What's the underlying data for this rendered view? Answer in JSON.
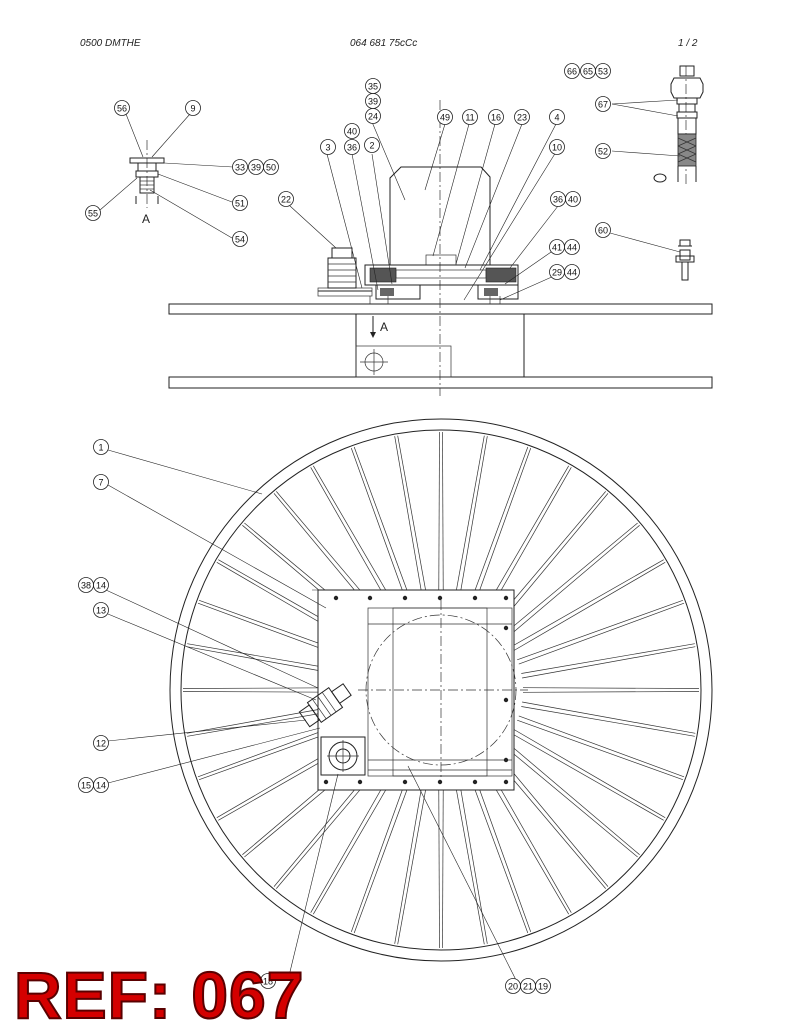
{
  "header": {
    "left": "0500 DMTHE",
    "center": "064 681 75cCc",
    "right": "1 /  2"
  },
  "view_label_a": "A",
  "ref_badge": "REF: 067",
  "callouts": [
    {
      "id": "c-56",
      "label": "56"
    },
    {
      "id": "c-9",
      "label": "9"
    },
    {
      "id": "c-33",
      "label": "33"
    },
    {
      "id": "c-39a",
      "label": "39"
    },
    {
      "id": "c-50",
      "label": "50"
    },
    {
      "id": "c-51",
      "label": "51"
    },
    {
      "id": "c-55",
      "label": "55"
    },
    {
      "id": "c-54",
      "label": "54"
    },
    {
      "id": "c-35",
      "label": "35"
    },
    {
      "id": "c-39b",
      "label": "39"
    },
    {
      "id": "c-24",
      "label": "24"
    },
    {
      "id": "c-40a",
      "label": "40"
    },
    {
      "id": "c-3",
      "label": "3"
    },
    {
      "id": "c-36a",
      "label": "36"
    },
    {
      "id": "c-2",
      "label": "2"
    },
    {
      "id": "c-49",
      "label": "49"
    },
    {
      "id": "c-11",
      "label": "11"
    },
    {
      "id": "c-16",
      "label": "16"
    },
    {
      "id": "c-23",
      "label": "23"
    },
    {
      "id": "c-4",
      "label": "4"
    },
    {
      "id": "c-10",
      "label": "10"
    },
    {
      "id": "c-36b",
      "label": "36"
    },
    {
      "id": "c-40b",
      "label": "40"
    },
    {
      "id": "c-22",
      "label": "22"
    },
    {
      "id": "c-41",
      "label": "41"
    },
    {
      "id": "c-44a",
      "label": "44"
    },
    {
      "id": "c-29",
      "label": "29"
    },
    {
      "id": "c-44b",
      "label": "44"
    },
    {
      "id": "c-66",
      "label": "66"
    },
    {
      "id": "c-65",
      "label": "65"
    },
    {
      "id": "c-53",
      "label": "53"
    },
    {
      "id": "c-67",
      "label": "67"
    },
    {
      "id": "c-52",
      "label": "52"
    },
    {
      "id": "c-60",
      "label": "60"
    },
    {
      "id": "c-1",
      "label": "1"
    },
    {
      "id": "c-7",
      "label": "7"
    },
    {
      "id": "c-38",
      "label": "38"
    },
    {
      "id": "c-14a",
      "label": "14"
    },
    {
      "id": "c-13",
      "label": "13"
    },
    {
      "id": "c-12",
      "label": "12"
    },
    {
      "id": "c-15",
      "label": "15"
    },
    {
      "id": "c-14b",
      "label": "14"
    },
    {
      "id": "c-20",
      "label": "20"
    },
    {
      "id": "c-21",
      "label": "21"
    },
    {
      "id": "c-19",
      "label": "19"
    },
    {
      "id": "c-bottom",
      "label": "18"
    }
  ]
}
